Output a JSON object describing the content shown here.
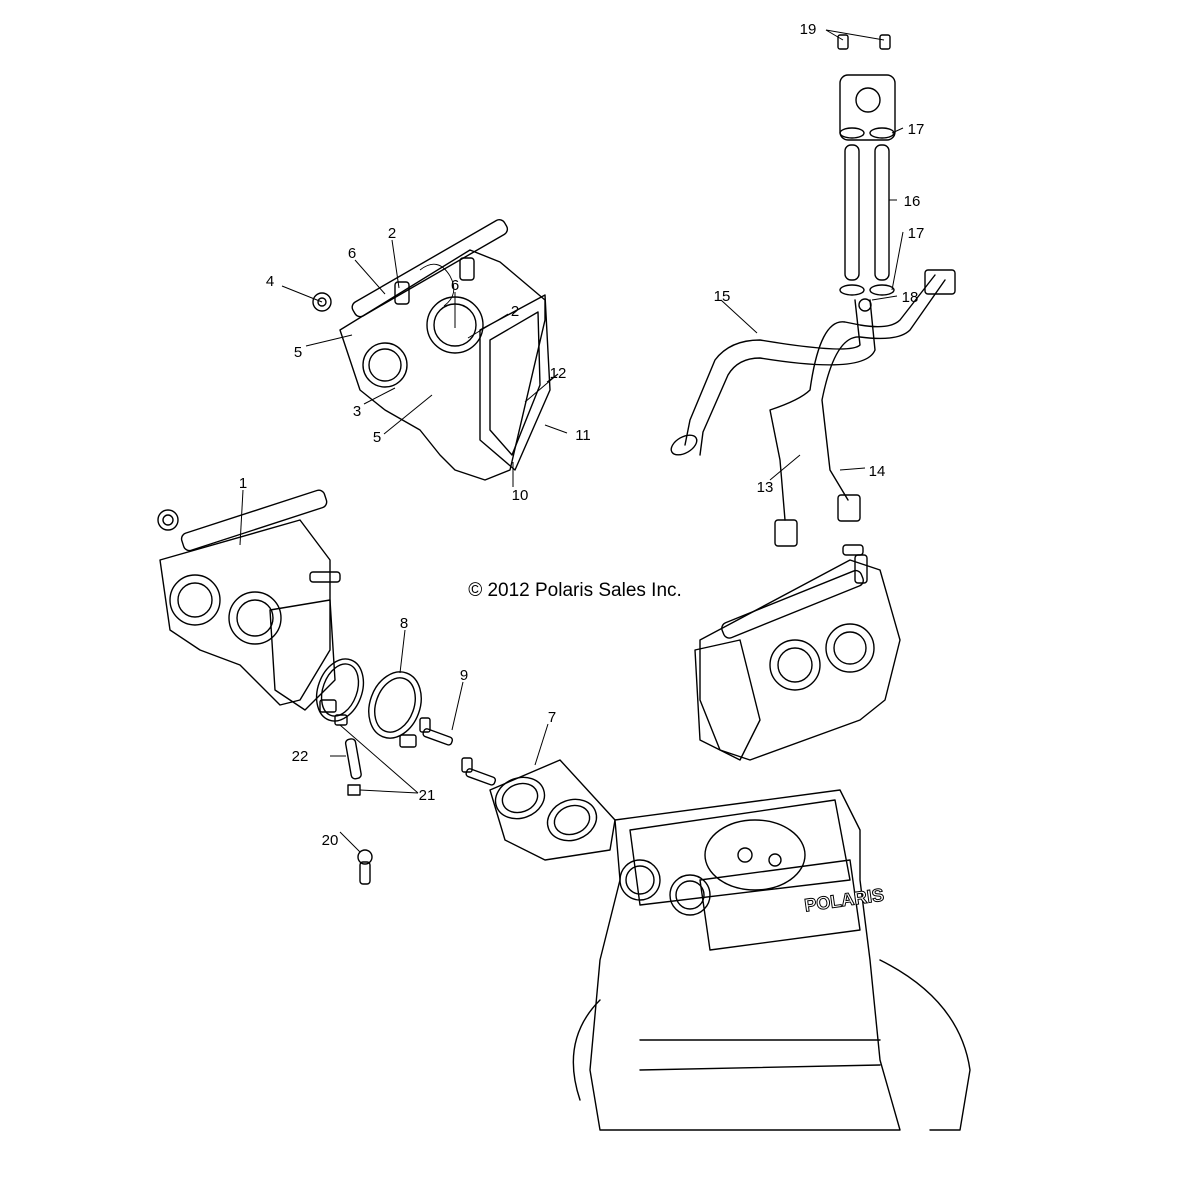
{
  "copyright": "© 2012 Polaris Sales Inc.",
  "brand_mark": "POLARIS",
  "callouts": [
    {
      "id": "1",
      "label": "1"
    },
    {
      "id": "2a",
      "label": "2"
    },
    {
      "id": "2b",
      "label": "2"
    },
    {
      "id": "3",
      "label": "3"
    },
    {
      "id": "4",
      "label": "4"
    },
    {
      "id": "5a",
      "label": "5"
    },
    {
      "id": "5b",
      "label": "5"
    },
    {
      "id": "6a",
      "label": "6"
    },
    {
      "id": "6b",
      "label": "6"
    },
    {
      "id": "7",
      "label": "7"
    },
    {
      "id": "8",
      "label": "8"
    },
    {
      "id": "9",
      "label": "9"
    },
    {
      "id": "10",
      "label": "10"
    },
    {
      "id": "11",
      "label": "11"
    },
    {
      "id": "12",
      "label": "12"
    },
    {
      "id": "13",
      "label": "13"
    },
    {
      "id": "14",
      "label": "14"
    },
    {
      "id": "15",
      "label": "15"
    },
    {
      "id": "16",
      "label": "16"
    },
    {
      "id": "17a",
      "label": "17"
    },
    {
      "id": "17b",
      "label": "17"
    },
    {
      "id": "18",
      "label": "18"
    },
    {
      "id": "19",
      "label": "19"
    },
    {
      "id": "20",
      "label": "20"
    },
    {
      "id": "21",
      "label": "21"
    },
    {
      "id": "22",
      "label": "22"
    }
  ]
}
